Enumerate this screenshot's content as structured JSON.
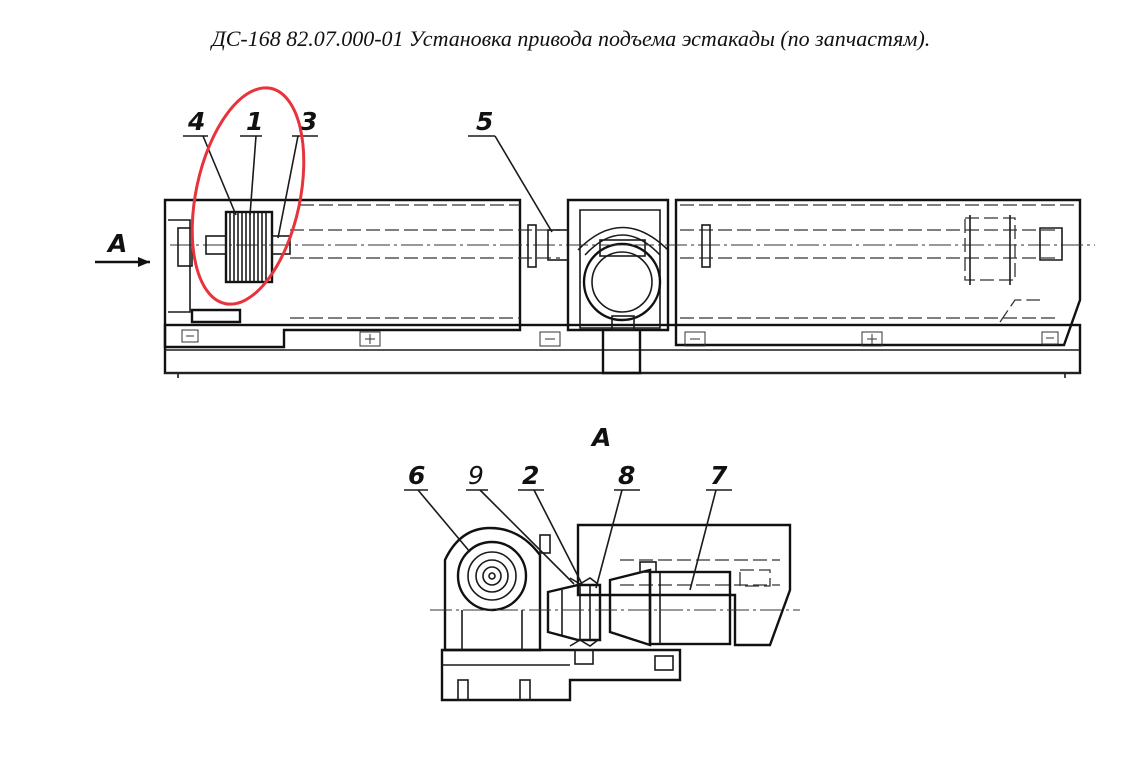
{
  "title": "ДС-168 82.07.000-01  Установка привода подъема эстакады (по запчастям).",
  "labels": {
    "l1": "1",
    "l2": "2",
    "l3": "3",
    "l4": "4",
    "l5": "5",
    "l6": "6",
    "l7": "7",
    "l8": "8",
    "l9": "9",
    "view_arrow": "A",
    "view_title": "A"
  },
  "colors": {
    "highlight": "#e8323c",
    "line": "#1a1a1a"
  }
}
